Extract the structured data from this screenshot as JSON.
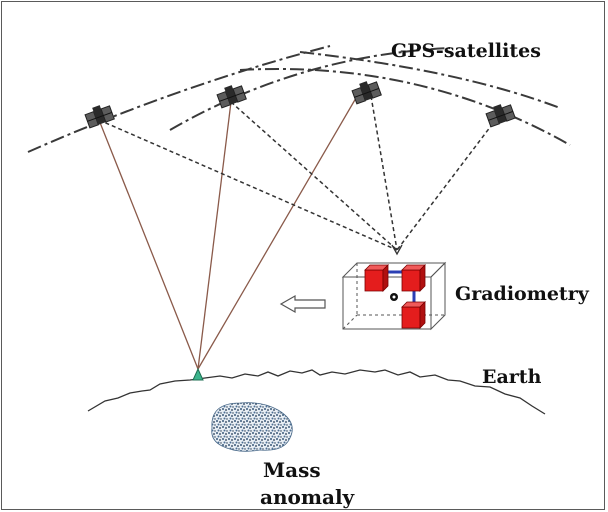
{
  "labels": {
    "satellites": "GPS-satellites",
    "gradiometry": "Gradiometry",
    "earth": "Earth",
    "mass_line1": "Mass",
    "mass_line2": "anomaly"
  },
  "colors": {
    "background": "#ffffff",
    "frame": "#5a5a5a",
    "orbit": "#3a3a3a",
    "signal_solid": "#8a5a4a",
    "signal_dashed": "#333333",
    "cube": "#e41d1d",
    "cube_link": "#2b3fb4",
    "receiver": "#3cb48c",
    "mass_anomaly": "#3b5a7a",
    "earth_line": "#333333",
    "text": "#111111"
  },
  "icons": [
    "satellite-icon",
    "gradiometer-box-icon",
    "receiver-icon",
    "arrow-left-icon",
    "mass-anomaly-icon"
  ]
}
